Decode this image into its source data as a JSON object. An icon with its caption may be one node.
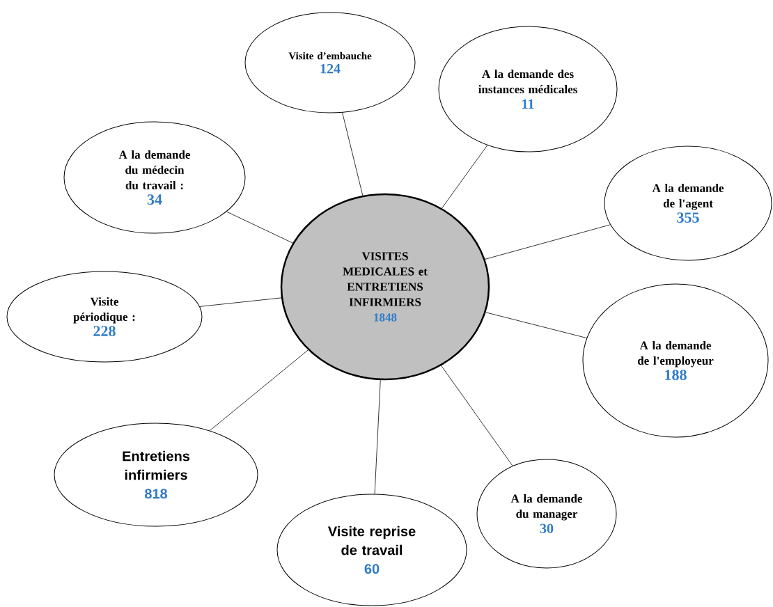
{
  "diagram": {
    "nodes": [
      {
        "text": [
          "VISITES MEDICALES et ENTRETIENS INFIRMIERS",
          "1848"
        ]
      },
      {
        "text": [
          "Visite d’embauche",
          "124"
        ]
      },
      {
        "text": [
          "A la demande des instances médicales",
          "11"
        ]
      },
      {
        "text": [
          "A la demande de l'agent",
          "355"
        ]
      },
      {
        "text": [
          "A la demande de l'employeur",
          "188"
        ]
      },
      {
        "text": [
          "A la demande du manager",
          "30"
        ]
      },
      {
        "text": [
          "Visite reprise de travail",
          "60"
        ]
      },
      {
        "text": [
          "Entretiens infirmiers",
          "818"
        ]
      },
      {
        "text": [
          "Visite périodique :",
          "228"
        ]
      },
      {
        "text": [
          "A la demande du médecin du travail :",
          "34"
        ]
      }
    ],
    "edges": [
      {
        "from": 0,
        "to": 1,
        "arrow": "none"
      },
      {
        "from": 0,
        "to": 2,
        "arrow": "none"
      },
      {
        "from": 0,
        "to": 3,
        "arrow": "none"
      },
      {
        "from": 0,
        "to": 4,
        "arrow": "none"
      },
      {
        "from": 0,
        "to": 5,
        "arrow": "none"
      },
      {
        "from": 0,
        "to": 6,
        "arrow": "none"
      },
      {
        "from": 0,
        "to": 7,
        "arrow": "none"
      },
      {
        "from": 0,
        "to": 8,
        "arrow": "none"
      },
      {
        "from": 0,
        "to": 9,
        "arrow": "none"
      }
    ]
  }
}
